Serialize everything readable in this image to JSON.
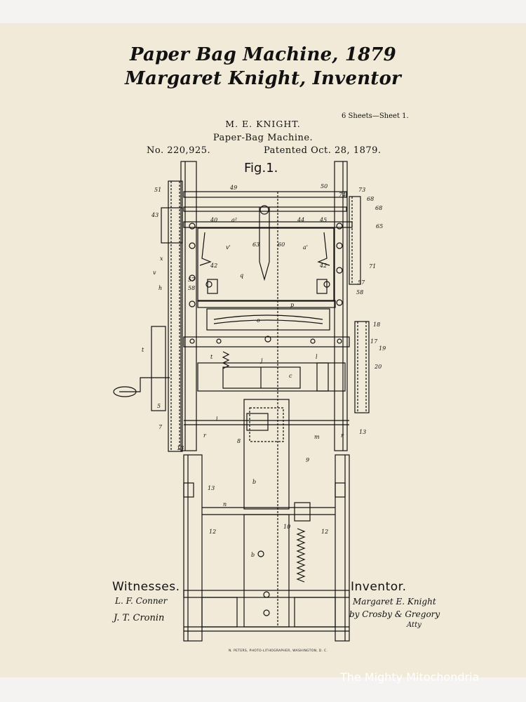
{
  "title": {
    "line1": "Paper Bag Machine, 1879",
    "line2": "Margaret Knight, Inventor"
  },
  "patent": {
    "sheets": "6 Sheets—Sheet 1.",
    "inventor_name": "M. E. KNIGHT.",
    "machine_name": "Paper-Bag Machine.",
    "number": "No. 220,925.",
    "date": "Patented Oct. 28, 1879.",
    "figure": "Fig.1."
  },
  "signatures": {
    "witnesses_label": "Witnesses.",
    "witness1": "L. F. Conner",
    "witness2": "J. T. Cronin",
    "inventor_label": "Inventor.",
    "inventor_sig": "Margaret E. Knight",
    "attorney": "by Crosby & Gregory",
    "attorney_suffix": "Atty"
  },
  "printer": "N. PETERS, PHOTO-LITHOGRAPHER, WASHINGTON, D. C.",
  "watermark": "The Mighty Mitochondria",
  "colors": {
    "paper": "#f1ead9",
    "ink": "#111111",
    "page_bg": "#f4f3f1"
  }
}
